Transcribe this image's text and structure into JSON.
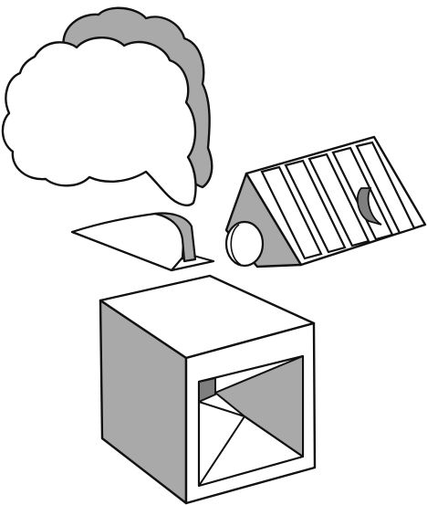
{
  "colors": {
    "stroke": "#111111",
    "shade": "#a9a9a9",
    "dark_shade": "#7f7f7f",
    "fill": "#ffffff"
  },
  "figure": {
    "objects": [
      {
        "name": "thought-cloud"
      },
      {
        "name": "wedge-ramp"
      },
      {
        "name": "triangular-prism-with-slots"
      },
      {
        "name": "open-cube-frame"
      }
    ]
  }
}
